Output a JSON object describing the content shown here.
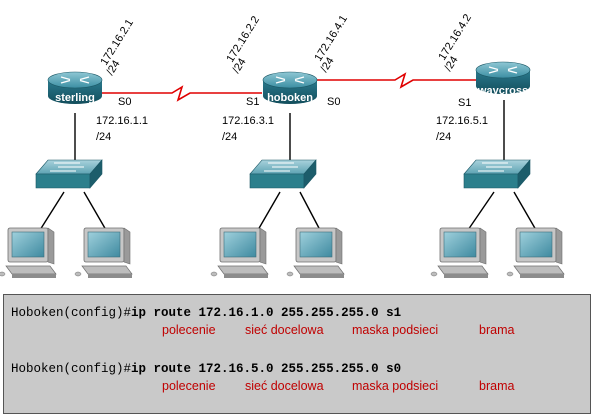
{
  "routers": {
    "sterling": {
      "name": "sterling",
      "top_ip": "172.16.2.1",
      "top_mask": "/24",
      "port": "S0",
      "lan_ip": "172.16.1.1",
      "lan_mask": "/24"
    },
    "hoboken": {
      "name": "hoboken",
      "top_left_ip": "172.16.2.2",
      "top_left_mask": "/24",
      "top_right_ip": "172.16.4.1",
      "top_right_mask": "/24",
      "port_left": "S1",
      "port_right": "S0",
      "lan_ip": "172.16.3.1",
      "lan_mask": "/24"
    },
    "waycross": {
      "name": "waycross",
      "top_ip": "172.16.4.2",
      "top_mask": "/24",
      "port": "S1",
      "lan_ip": "172.16.5.1",
      "lan_mask": "/24"
    }
  },
  "commands": [
    {
      "prompt": "Hoboken(config)#",
      "command": "ip route 172.16.1.0 255.255.255.0 s1",
      "annotations": [
        "polecenie",
        "sieć docelowa",
        "maska podsieci",
        "brama"
      ]
    },
    {
      "prompt": "Hoboken(config)#",
      "command": "ip route 172.16.5.0 255.255.255.0 s0",
      "annotations": [
        "polecenie",
        "sieć docelowa",
        "maska podsieci",
        "brama"
      ]
    }
  ],
  "colors": {
    "serial_link": "#e00000",
    "annotation": "#c00000",
    "router_body": "#1f6f82",
    "switch_body": "#2c7f8c",
    "command_box": "#c9c9c9"
  },
  "icons": [
    "router-icon",
    "switch-icon",
    "workstation-icon"
  ]
}
